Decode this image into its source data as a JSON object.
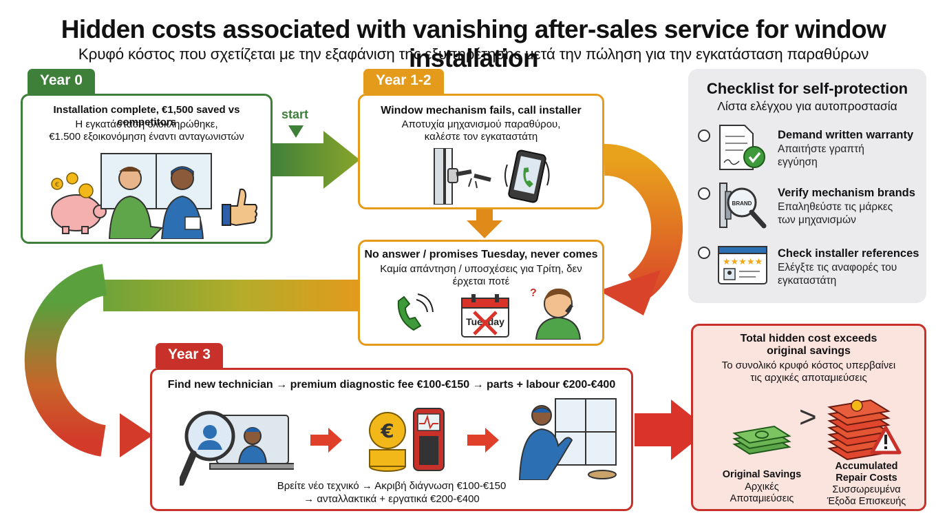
{
  "header": {
    "title": "Hidden costs associated with vanishing after-sales service for window installation",
    "subtitle": "Κρυφό κόστος που σχετίζεται με την εξαφάνιση της εξυπηρέτησης μετά την πώληση για την εγκατάσταση παραθύρων"
  },
  "colors": {
    "green": "#3e7f3a",
    "orange": "#e49a1a",
    "red": "#c8312a",
    "pink_bg": "#fbe3de",
    "gray_panel": "#ebebee"
  },
  "year0": {
    "tab": "Year 0",
    "title": "Installation complete, €1,500 saved vs competitors",
    "greek": [
      "Η εγκατάσταση ολοκληρώθηκε,",
      "€1.500 εξοικονόμηση έναντι ανταγωνιστών"
    ],
    "icons": [
      "piggy-bank-icon",
      "handshake-icon",
      "thumbs-up-icon"
    ]
  },
  "start_label": "start",
  "year12": {
    "tab": "Year 1-2",
    "title": "Window mechanism fails, call installer",
    "greek": [
      "Αποτυχία μηχανισμού παραθύρου,",
      "καλέστε τον εγκαταστάτη"
    ],
    "icons": [
      "broken-handle-icon",
      "ringing-phone-icon"
    ]
  },
  "no_answer": {
    "title": "No answer / promises Tuesday, never comes",
    "greek": [
      "Καμία απάντηση / υποσχέσεις για Τρίτη, δεν",
      "έρχεται ποτέ"
    ],
    "calendar_text": "Tuesday",
    "question_mark": "?"
  },
  "year3": {
    "tab": "Year 3",
    "title": "Find new technician → premium diagnostic fee €100-€150 → parts + labour €200-€400",
    "greek": [
      "Βρείτε νέο τεχνικό → Ακριβή διάγνωση €100-€150",
      "→ ανταλλακτικά + εργατικά €200-€400"
    ],
    "euro_symbol": "€"
  },
  "checklist": {
    "title": "Checklist for self-protection",
    "subtitle": "Λίστα ελέγχου για αυτοπροστασία",
    "items": [
      {
        "title": "Demand written warranty",
        "sub": [
          "Απαιτήστε γραπτή",
          "εγγύηση"
        ],
        "icon": "warranty-document-icon"
      },
      {
        "title": "Verify mechanism brands",
        "sub": [
          "Επαληθεύστε τις μάρκες",
          "των μηχανισμών"
        ],
        "icon": "brand-magnifier-icon",
        "badge": "BRAND"
      },
      {
        "title": "Check installer references",
        "sub": [
          "Ελέγξτε τις αναφορές του",
          "εγκαταστάτη"
        ],
        "icon": "reviews-icon",
        "stars": "★★★★★"
      }
    ]
  },
  "total": {
    "title": [
      "Total hidden cost exceeds",
      "original savings"
    ],
    "greek": [
      "Το συνολικό κρυφό κόστος υπερβαίνει",
      "τις αρχικές αποταμιεύσεις"
    ],
    "left_label": "Original Savings",
    "left_greek": [
      "Αρχικές",
      "Αποταμιεύσεις"
    ],
    "right_label": [
      "Accumulated",
      "Repair Costs"
    ],
    "right_greek": [
      "Συσσωρευμένα",
      "Έξοδα Επισκευής"
    ],
    "comparator": ">"
  }
}
